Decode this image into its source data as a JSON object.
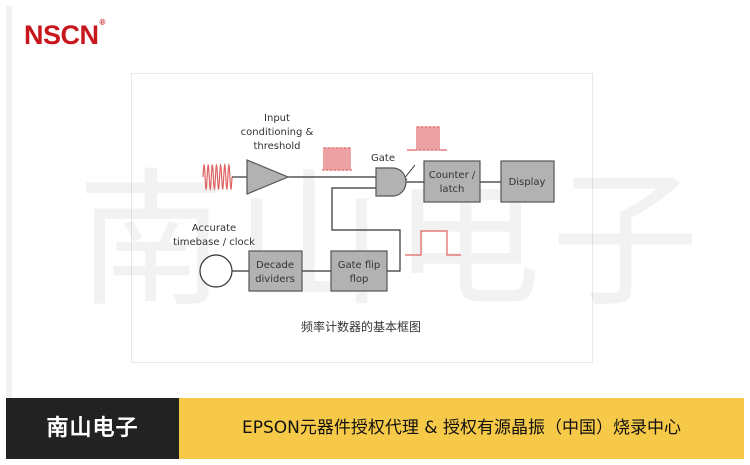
{
  "header": {
    "logo_text": "NSCN",
    "logo_mark": "®",
    "logo_color": "#c8161d"
  },
  "watermark_text": "南山电子",
  "diagram": {
    "labels": {
      "input_line1": "Input",
      "input_line2": "conditioning &",
      "input_line3": "threshold",
      "gate": "Gate",
      "counter_line1": "Counter /",
      "counter_line2": "latch",
      "display": "Display",
      "timebase_line1": "Accurate",
      "timebase_line2": "timebase / clock",
      "decade_line1": "Decade",
      "decade_line2": "dividers",
      "flip_line1": "Gate flip",
      "flip_line2": "flop"
    },
    "caption": "频率计数器的基本框图",
    "colors": {
      "signal": "#e06464",
      "block_fill": "#b2b2b2",
      "block_stroke": "#555555",
      "line": "#333333"
    }
  },
  "footer": {
    "brand": "南山电子",
    "tagline": "EPSON元器件授权代理 & 授权有源晶振（中国）烧录中心",
    "brand_bg": "#222222",
    "tagline_bg": "#f7c948"
  }
}
